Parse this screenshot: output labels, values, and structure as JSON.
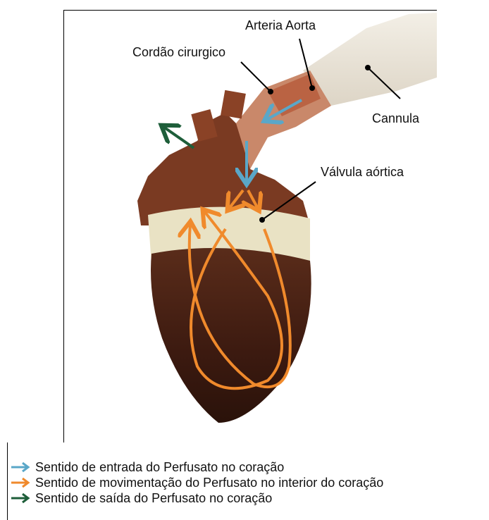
{
  "labels": {
    "arteria_aorta": "Arteria Aorta",
    "cordao": "Cordão cirurgico",
    "cannula": "Cannula",
    "valvula": "Válvula aórtica"
  },
  "legend": [
    {
      "text": "Sentido de entrada do Perfusato no coração",
      "color": "#5aa7c8",
      "icon": "arrow-right-icon"
    },
    {
      "text": "Sentido de movimentação do Perfusato no interior do coração",
      "color": "#f08a2c",
      "icon": "arrow-right-icon"
    },
    {
      "text": "Sentido de saída do Perfusato no coração",
      "color": "#1e5e3a",
      "icon": "arrow-right-icon"
    }
  ]
}
